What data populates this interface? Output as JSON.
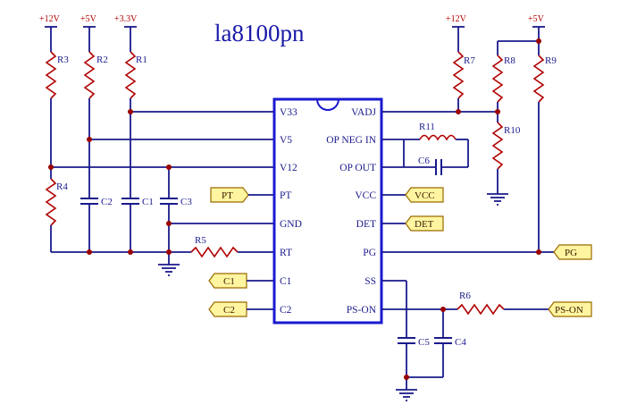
{
  "title": "la8100pn",
  "power_labels": [
    {
      "id": "p12a",
      "text": "+12V"
    },
    {
      "id": "p5a",
      "text": "+5V"
    },
    {
      "id": "p33",
      "text": "+3.3V"
    },
    {
      "id": "p12b",
      "text": "+12V"
    },
    {
      "id": "p5b",
      "text": "+5V"
    }
  ],
  "components": {
    "R1": "R1",
    "R2": "R2",
    "R3": "R3",
    "R4": "R4",
    "R5": "R5",
    "R6": "R6",
    "R7": "R7",
    "R8": "R8",
    "R9": "R9",
    "R10": "R10",
    "R11": "R11",
    "C1": "C1",
    "C2": "C2",
    "C3": "C3",
    "C4": "C4",
    "C5": "C5",
    "C6": "C6"
  },
  "ic_pins_left": [
    "V33",
    "V5",
    "V12",
    "PT",
    "GND",
    "RT",
    "C1",
    "C2"
  ],
  "ic_pins_right": [
    "VADJ",
    "OP NEG IN",
    "OP OUT",
    "VCC",
    "DET",
    "PG",
    "SS",
    "PS-ON"
  ],
  "ports": {
    "PT": "PT",
    "C1": "C1",
    "C2": "C2",
    "VCC": "VCC",
    "DET": "DET",
    "PG": "PG",
    "PSON": "PS-ON"
  },
  "colors": {
    "wire": "#1a1a8c",
    "resistor": "#b00000",
    "junction": "#9a0000",
    "port_fill": "#fff5a0"
  }
}
